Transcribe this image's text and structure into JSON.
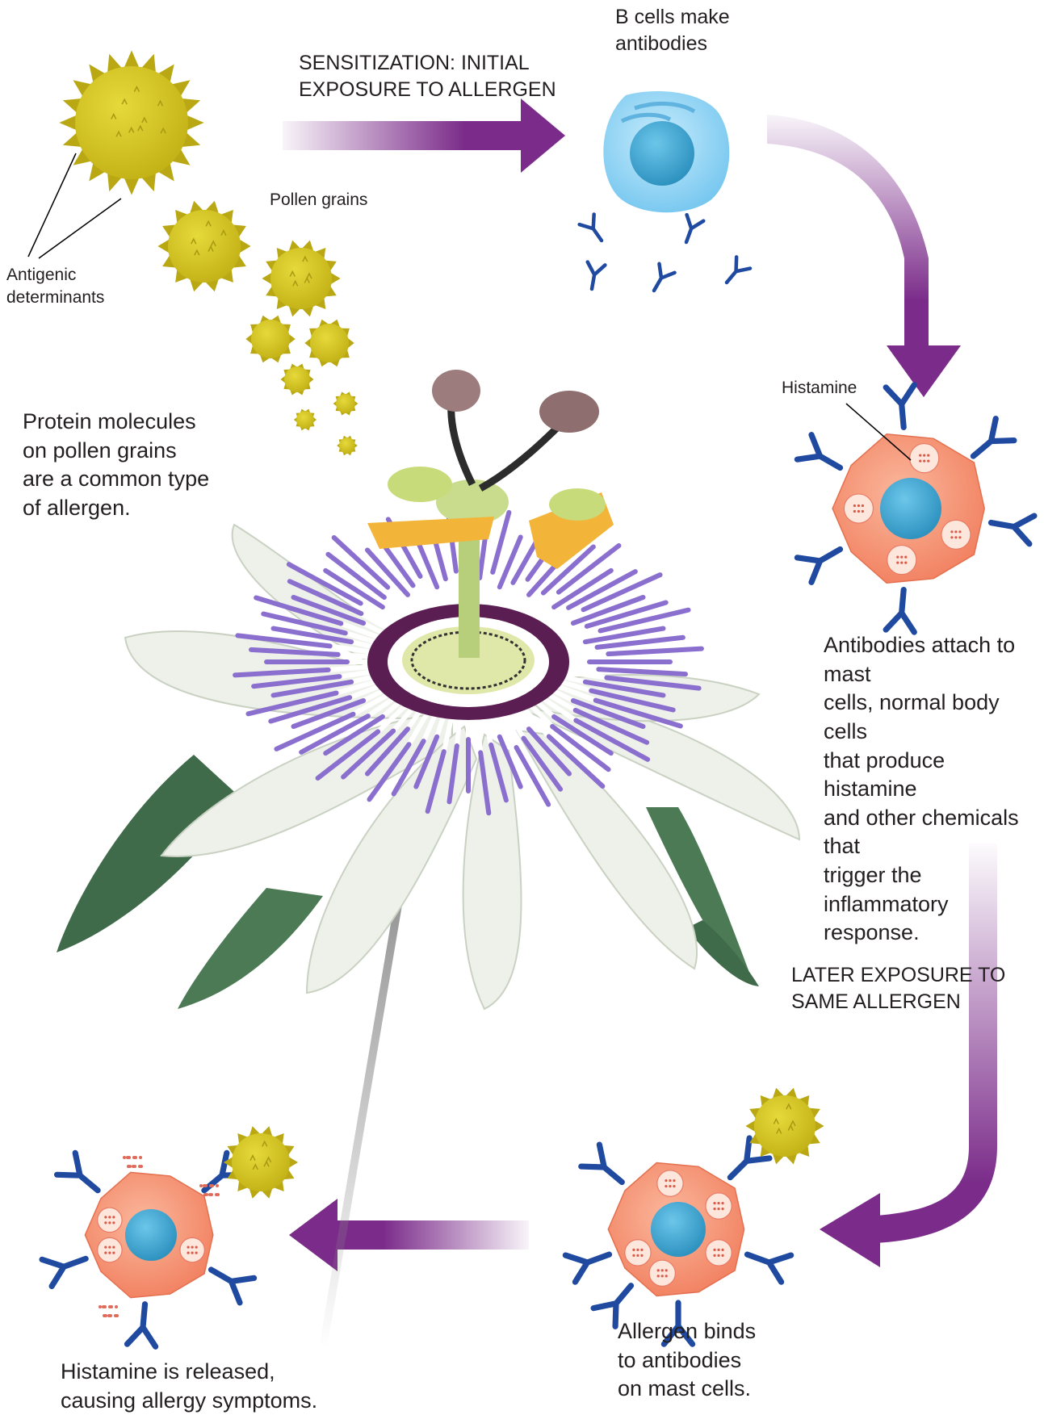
{
  "labels": {
    "sensitization": "SENSITIZATION: INITIAL\nEXPOSURE TO ALLERGEN",
    "b_cells": "B cells make\nantibodies",
    "pollen_grains": "Pollen grains",
    "antigenic": "Antigenic\ndeterminants",
    "protein": "Protein molecules\non pollen grains\nare a common type\nof allergen.",
    "histamine": "Histamine",
    "antibodies_attach": "Antibodies attach to mast\ncells, normal body cells\nthat produce histamine\nand other chemicals that\ntrigger the inflammatory\nresponse.",
    "later_exposure": "LATER EXPOSURE TO\nSAME ALLERGEN",
    "allergen_binds": "Allergen binds\nto antibodies\non mast cells.",
    "histamine_released": "Histamine is released,\ncausing allergy symptoms."
  },
  "colors": {
    "arrow": "#7b2c8a",
    "pollen": "#d4c41e",
    "b_cell": "#7dcaf0",
    "mast_cell": "#f4886a",
    "nucleus": "#3fa6d0",
    "antibody": "#1f4aa0",
    "petal": "#eef1ea",
    "corona": "#8a6fcf",
    "leaf": "#3f6b4a"
  }
}
